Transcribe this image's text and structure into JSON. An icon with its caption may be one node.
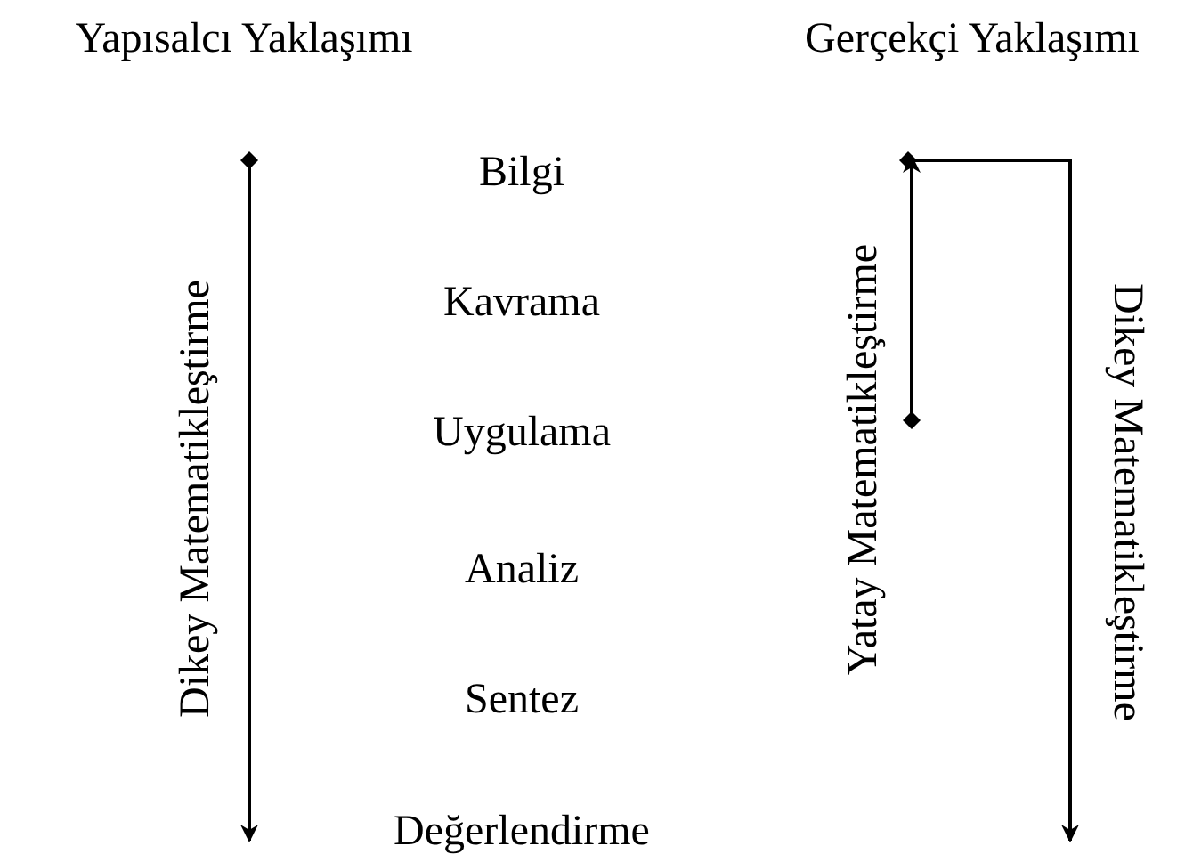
{
  "diagram": {
    "labels": [
      "Yapısalcı Yaklaşımı",
      "Gerçekçi Yaklaşımı",
      "Bilgi",
      "Dikey Matematikleştirme",
      "Yatay Matematikleştirme",
      "Dikey Matematikleştirme",
      "Kavrama",
      "Uygulama",
      "Analiz",
      "Sentez",
      "Değerlendirme"
    ]
  }
}
